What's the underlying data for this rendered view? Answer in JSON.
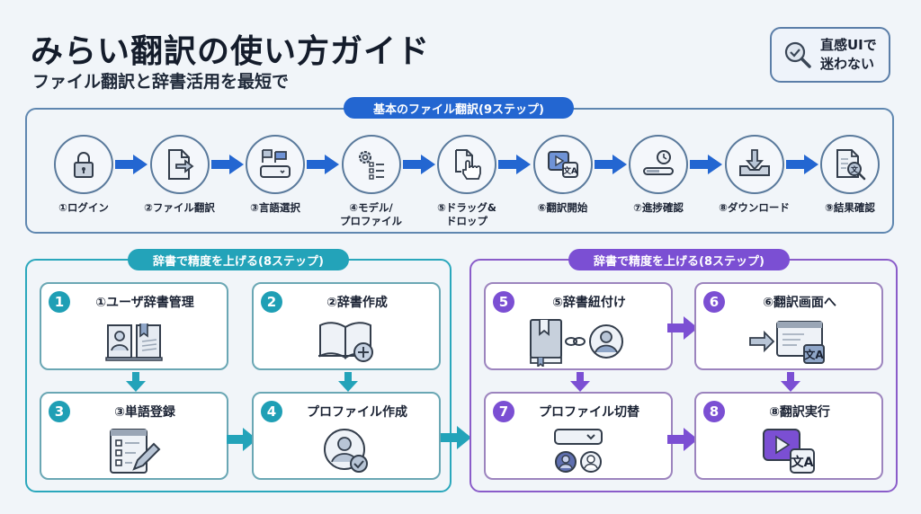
{
  "header": {
    "title": "みらい翻訳の使い方ガイド",
    "subtitle": "ファイル翻訳と辞書活用を最短で"
  },
  "badge": {
    "line1": "直感UIで",
    "line2": "迷わない",
    "icon": "magnifier-check-icon"
  },
  "basic_flow": {
    "heading": "基本のファイル翻訳(9ステップ)",
    "accent": "#2366d1",
    "steps": [
      {
        "label": "①ログイン",
        "icon": "lock-icon"
      },
      {
        "label": "②ファイル翻訳",
        "icon": "file-export-icon"
      },
      {
        "label": "③言語選択",
        "icon": "flags-dropdown-icon"
      },
      {
        "label": "④モデル/\nプロファイル",
        "icon": "gear-list-icon"
      },
      {
        "label": "⑤ドラッグ&\nドロップ",
        "icon": "file-drag-icon"
      },
      {
        "label": "⑥翻訳開始",
        "icon": "play-translate-icon"
      },
      {
        "label": "⑦進捗確認",
        "icon": "progress-clock-icon"
      },
      {
        "label": "⑧ダウンロード",
        "icon": "download-icon"
      },
      {
        "label": "⑨結果確認",
        "icon": "document-search-icon"
      }
    ]
  },
  "dict_flow_a": {
    "heading": "辞書で精度を上げる(8ステップ)",
    "accent": "#23a3b9",
    "cards": [
      {
        "num": "1",
        "title": "①ユーザ辞書管理",
        "icon": "user-dictionary-icon"
      },
      {
        "num": "2",
        "title": "②辞書作成",
        "icon": "book-plus-icon"
      },
      {
        "num": "3",
        "title": "③単語登録",
        "icon": "checklist-pencil-icon"
      },
      {
        "num": "4",
        "title": "プロファイル作成",
        "icon": "user-check-icon"
      }
    ]
  },
  "dict_flow_b": {
    "heading": "辞書で精度を上げる(8ステップ)",
    "accent": "#7b4fd3",
    "cards": [
      {
        "num": "5",
        "title": "⑤辞書紐付け",
        "icon": "book-link-user-icon"
      },
      {
        "num": "6",
        "title": "⑥翻訳画面へ",
        "icon": "arrow-window-translate-icon"
      },
      {
        "num": "7",
        "title": "プロファイル切替",
        "icon": "dropdown-users-icon"
      },
      {
        "num": "8",
        "title": "⑧翻訳実行",
        "icon": "play-translate-icon"
      }
    ]
  }
}
